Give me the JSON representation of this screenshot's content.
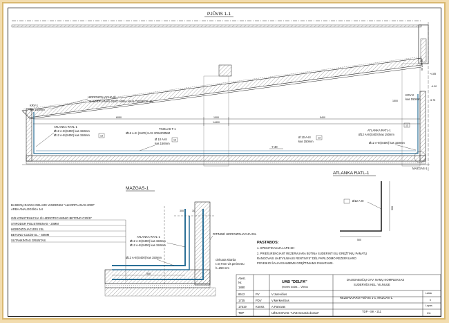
{
  "drawing": {
    "title": "PJŪVIS 1-1",
    "mazgas_title": "MAZGAS-1",
    "atlanka_title": "ATLANKA RATL-1"
  },
  "section": {
    "krv1": "KRV-1",
    "krv1_kas": "kas 150mm",
    "krv2": "KRV-2",
    "krv2_kas": "kas 150mm",
    "hidro": "HIDROIZOLIACIJA IŠ",
    "hidro2": "\"ALKORPLANAS-2000\" ARBA ANALOGIŠKOS JAI",
    "atl_left_1": "ATLANKA RATL-1",
    "atl_left_2": "Ø12 A-III(S400) kas 150mm",
    "atl_left_3": "Ø12 A-III(S400) kas 150mm",
    "tinklas": "TINKLAS T-1",
    "tinklas2": "Ø16 A-III (S400) KAS 200x200MM",
    "atl_right_1": "ATLANKA RATL-1",
    "atl_right_2": "Ø12 A-III(S400) kas 150mm",
    "atl_right_3": "Ø12 A-III(S400) kas 150mm",
    "rebar_a": "Ø 10 A-III",
    "rebar_a2": "kas 150mm",
    "rebar_b": "Ø 10 A-III",
    "rebar_b2": "kas 150mm",
    "dim_6050": "6050",
    "dim_1000": "1000",
    "dim_5400": "5400",
    "dim_14400": "14400",
    "dim_1500": "1500",
    "level_740": "-7.40",
    "level_485": "+4.85",
    "level_575": "-5.75",
    "level_400": "-4.00",
    "dims_top": "50 250 50",
    "mazgas_label": "MAZGAS-1",
    "n13a": "13",
    "n13b": "13",
    "n13c": "13",
    "n13d": "13"
  },
  "layers": [
    "BASEINŲ DANGA NELAIDI VANDENIUI \"ALKORPLANAS-2000\"",
    "ARBA ANALOGIŠKA JAI",
    "G/B KONSTRUKCIJA IŠ HIDROTECHNINIO BETONO C30/37",
    "STIRODUR POLISTIRENAS - 20MM",
    "HIDROIZOLIACIJOS 2SL",
    "BETONO C16/20 SL. - 50MM",
    "SUTANKINTAS GRUNTAS"
  ],
  "detail": {
    "atlanka": "ATLANKA RATL-1",
    "atlanka2": "Ø12 A-III(S400) kas 150mm",
    "atlanka3": "Ø12 A-III(S400) kas 150mm",
    "bottom": "Ø12 A-III(S400) kas 150mm",
    "ritinine": "RITININĖ HIDROIZOLIACIJA 2SL",
    "cinkuota": "cinkuota skarda",
    "cinkuota2": "t=0,7mm vis perimetru",
    "cinkuota3": "h=250 mm",
    "dim_500": "500",
    "dim_300": "300",
    "dim_30": "30"
  },
  "atlanka": {
    "bar": "Ø12 A-III",
    "dim_900": "900",
    "dim_500": "500"
  },
  "notes": {
    "title": "PASTABOS:",
    "items": [
      "1. SPECIFIKACIJA LAPE SK-",
      "2. PRIEŠ ĮRENGIANT REZERVUARA BŪTINA SUDERINTI SU GRĘŽTINIŲ PAMATŲ",
      "RANGOVAIS UAB\"VILNIAUS RENTINYS\" DĖL PAPILDOMO REZERVUARO",
      "POVEIKIO ŠALIA ESAMIEMS GRĘŽTINIAMS PAMATAMS."
    ]
  },
  "titleblock": {
    "atest_label": "Atest.",
    "atest_nr": "Nr.",
    "atest_val": "1880",
    "company": "UAB \"DELFA\"",
    "company_small": "Įmonės kodas ... Vilnius",
    "project1": "DAUGIABUČIŲ GYV. NAMŲ KOMPLEKSAS",
    "project2": "SUDERVĖS KEL. VILNIUJE",
    "rows": [
      {
        "nr": "8512",
        "role": "PV",
        "name": "V.Jurevičius"
      },
      {
        "nr": "1735",
        "role": "PDV",
        "name": "V.Merkevičius"
      },
      {
        "nr": "17519",
        "role": "Konstr.",
        "name": "A.Panovas"
      }
    ],
    "sheet_title": "REZERVUARO PJŪVIS 1-1, MAZGAS-1.",
    "laida_label": "Laida",
    "laida_val": "0",
    "code": "TDP - SK - 211",
    "lapas_label": "Lapas",
    "lapas_val": "211",
    "tdp": "TDP",
    "customer": "UŽSAKOVAS: \"UAB Senasis dvaras\""
  }
}
